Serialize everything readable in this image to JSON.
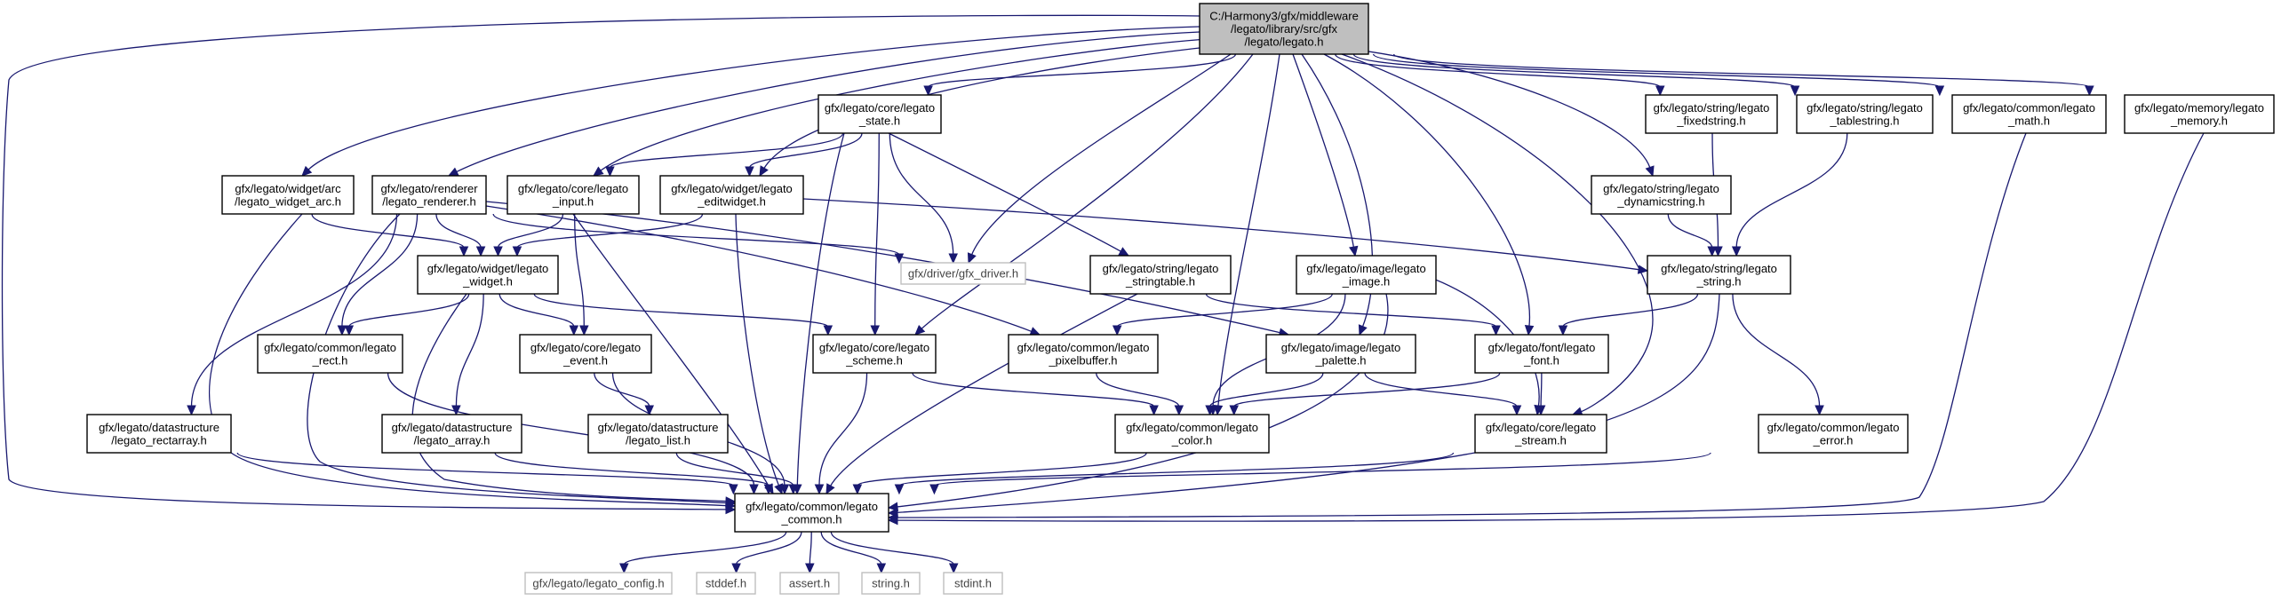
{
  "colors": {
    "root_fill": "#bfbfbf",
    "node_fill": "#ffffff",
    "node_stroke": "#000000",
    "missing_stroke": "#bfbfbf",
    "edge": "#191970"
  },
  "nodes": [
    {
      "id": "root",
      "lines": [
        "C:/Harmony3/gfx/middleware",
        "/legato/library/src/gfx",
        "/legato/legato.h"
      ],
      "kind": "root"
    },
    {
      "id": "state",
      "lines": [
        "gfx/legato/core/legato",
        "_state.h"
      ],
      "kind": "file"
    },
    {
      "id": "fixedstring",
      "lines": [
        "gfx/legato/string/legato",
        "_fixedstring.h"
      ],
      "kind": "file"
    },
    {
      "id": "tablestring",
      "lines": [
        "gfx/legato/string/legato",
        "_tablestring.h"
      ],
      "kind": "file"
    },
    {
      "id": "math",
      "lines": [
        "gfx/legato/common/legato",
        "_math.h"
      ],
      "kind": "file"
    },
    {
      "id": "memory",
      "lines": [
        "gfx/legato/memory/legato",
        "_memory.h"
      ],
      "kind": "file"
    },
    {
      "id": "arc",
      "lines": [
        "gfx/legato/widget/arc",
        "/legato_widget_arc.h"
      ],
      "kind": "file"
    },
    {
      "id": "renderer",
      "lines": [
        "gfx/legato/renderer",
        "/legato_renderer.h"
      ],
      "kind": "file"
    },
    {
      "id": "input",
      "lines": [
        "gfx/legato/core/legato",
        "_input.h"
      ],
      "kind": "file"
    },
    {
      "id": "editwidget",
      "lines": [
        "gfx/legato/widget/legato",
        "_editwidget.h"
      ],
      "kind": "file"
    },
    {
      "id": "dynamicstring",
      "lines": [
        "gfx/legato/string/legato",
        "_dynamicstring.h"
      ],
      "kind": "file"
    },
    {
      "id": "widget",
      "lines": [
        "gfx/legato/widget/legato",
        "_widget.h"
      ],
      "kind": "file"
    },
    {
      "id": "gfx_driver",
      "lines": [
        "gfx/driver/gfx_driver.h"
      ],
      "kind": "missing"
    },
    {
      "id": "stringtable",
      "lines": [
        "gfx/legato/string/legato",
        "_stringtable.h"
      ],
      "kind": "file"
    },
    {
      "id": "image",
      "lines": [
        "gfx/legato/image/legato",
        "_image.h"
      ],
      "kind": "file"
    },
    {
      "id": "string",
      "lines": [
        "gfx/legato/string/legato",
        "_string.h"
      ],
      "kind": "file"
    },
    {
      "id": "rect",
      "lines": [
        "gfx/legato/common/legato",
        "_rect.h"
      ],
      "kind": "file"
    },
    {
      "id": "event",
      "lines": [
        "gfx/legato/core/legato",
        "_event.h"
      ],
      "kind": "file"
    },
    {
      "id": "scheme",
      "lines": [
        "gfx/legato/core/legato",
        "_scheme.h"
      ],
      "kind": "file"
    },
    {
      "id": "pixelbuffer",
      "lines": [
        "gfx/legato/common/legato",
        "_pixelbuffer.h"
      ],
      "kind": "file"
    },
    {
      "id": "palette",
      "lines": [
        "gfx/legato/image/legato",
        "_palette.h"
      ],
      "kind": "file"
    },
    {
      "id": "font",
      "lines": [
        "gfx/legato/font/legato",
        "_font.h"
      ],
      "kind": "file"
    },
    {
      "id": "rectarray",
      "lines": [
        "gfx/legato/datastructure",
        "/legato_rectarray.h"
      ],
      "kind": "file"
    },
    {
      "id": "array",
      "lines": [
        "gfx/legato/datastructure",
        "/legato_array.h"
      ],
      "kind": "file"
    },
    {
      "id": "list",
      "lines": [
        "gfx/legato/datastructure",
        "/legato_list.h"
      ],
      "kind": "file"
    },
    {
      "id": "color",
      "lines": [
        "gfx/legato/common/legato",
        "_color.h"
      ],
      "kind": "file"
    },
    {
      "id": "stream",
      "lines": [
        "gfx/legato/core/legato",
        "_stream.h"
      ],
      "kind": "file"
    },
    {
      "id": "error",
      "lines": [
        "gfx/legato/common/legato",
        "_error.h"
      ],
      "kind": "file"
    },
    {
      "id": "common",
      "lines": [
        "gfx/legato/common/legato",
        "_common.h"
      ],
      "kind": "file"
    },
    {
      "id": "config",
      "lines": [
        "gfx/legato/legato_config.h"
      ],
      "kind": "missing"
    },
    {
      "id": "stddef",
      "lines": [
        "stddef.h"
      ],
      "kind": "missing"
    },
    {
      "id": "assert",
      "lines": [
        "assert.h"
      ],
      "kind": "missing"
    },
    {
      "id": "string_h",
      "lines": [
        "string.h"
      ],
      "kind": "missing"
    },
    {
      "id": "stdint",
      "lines": [
        "stdint.h"
      ],
      "kind": "missing"
    }
  ],
  "edges": [
    [
      "root",
      "state"
    ],
    [
      "root",
      "fixedstring"
    ],
    [
      "root",
      "tablestring"
    ],
    [
      "root",
      "math"
    ],
    [
      "root",
      "memory"
    ],
    [
      "root",
      "arc"
    ],
    [
      "root",
      "renderer"
    ],
    [
      "root",
      "input"
    ],
    [
      "root",
      "editwidget"
    ],
    [
      "root",
      "dynamicstring"
    ],
    [
      "root",
      "gfx_driver"
    ],
    [
      "root",
      "image"
    ],
    [
      "root",
      "scheme"
    ],
    [
      "root",
      "color"
    ],
    [
      "root",
      "palette"
    ],
    [
      "root",
      "font"
    ],
    [
      "root",
      "stream"
    ],
    [
      "root",
      "common"
    ],
    [
      "state",
      "input"
    ],
    [
      "state",
      "editwidget"
    ],
    [
      "state",
      "gfx_driver"
    ],
    [
      "state",
      "stringtable"
    ],
    [
      "state",
      "scheme"
    ],
    [
      "state",
      "common"
    ],
    [
      "fixedstring",
      "string"
    ],
    [
      "tablestring",
      "string"
    ],
    [
      "math",
      "common"
    ],
    [
      "memory",
      "common"
    ],
    [
      "arc",
      "widget"
    ],
    [
      "arc",
      "common"
    ],
    [
      "renderer",
      "widget"
    ],
    [
      "renderer",
      "gfx_driver"
    ],
    [
      "renderer",
      "rect"
    ],
    [
      "renderer",
      "rectarray"
    ],
    [
      "renderer",
      "pixelbuffer"
    ],
    [
      "renderer",
      "palette"
    ],
    [
      "renderer",
      "common"
    ],
    [
      "input",
      "widget"
    ],
    [
      "input",
      "event"
    ],
    [
      "input",
      "common"
    ],
    [
      "editwidget",
      "widget"
    ],
    [
      "editwidget",
      "string"
    ],
    [
      "editwidget",
      "common"
    ],
    [
      "dynamicstring",
      "string"
    ],
    [
      "widget",
      "rect"
    ],
    [
      "widget",
      "event"
    ],
    [
      "widget",
      "scheme"
    ],
    [
      "widget",
      "array"
    ],
    [
      "widget",
      "common"
    ],
    [
      "stringtable",
      "font"
    ],
    [
      "stringtable",
      "common"
    ],
    [
      "image",
      "pixelbuffer"
    ],
    [
      "image",
      "color"
    ],
    [
      "image",
      "stream"
    ],
    [
      "image",
      "common"
    ],
    [
      "string",
      "font"
    ],
    [
      "string",
      "error"
    ],
    [
      "string",
      "common"
    ],
    [
      "rect",
      "common"
    ],
    [
      "event",
      "list"
    ],
    [
      "event",
      "common"
    ],
    [
      "scheme",
      "color"
    ],
    [
      "scheme",
      "common"
    ],
    [
      "pixelbuffer",
      "color"
    ],
    [
      "palette",
      "color"
    ],
    [
      "palette",
      "stream"
    ],
    [
      "font",
      "color"
    ],
    [
      "font",
      "stream"
    ],
    [
      "rectarray",
      "common"
    ],
    [
      "array",
      "common"
    ],
    [
      "list",
      "common"
    ],
    [
      "color",
      "common"
    ],
    [
      "stream",
      "common"
    ],
    [
      "error",
      "common"
    ],
    [
      "common",
      "config"
    ],
    [
      "common",
      "stddef"
    ],
    [
      "common",
      "assert"
    ],
    [
      "common",
      "string_h"
    ],
    [
      "common",
      "stdint"
    ]
  ]
}
